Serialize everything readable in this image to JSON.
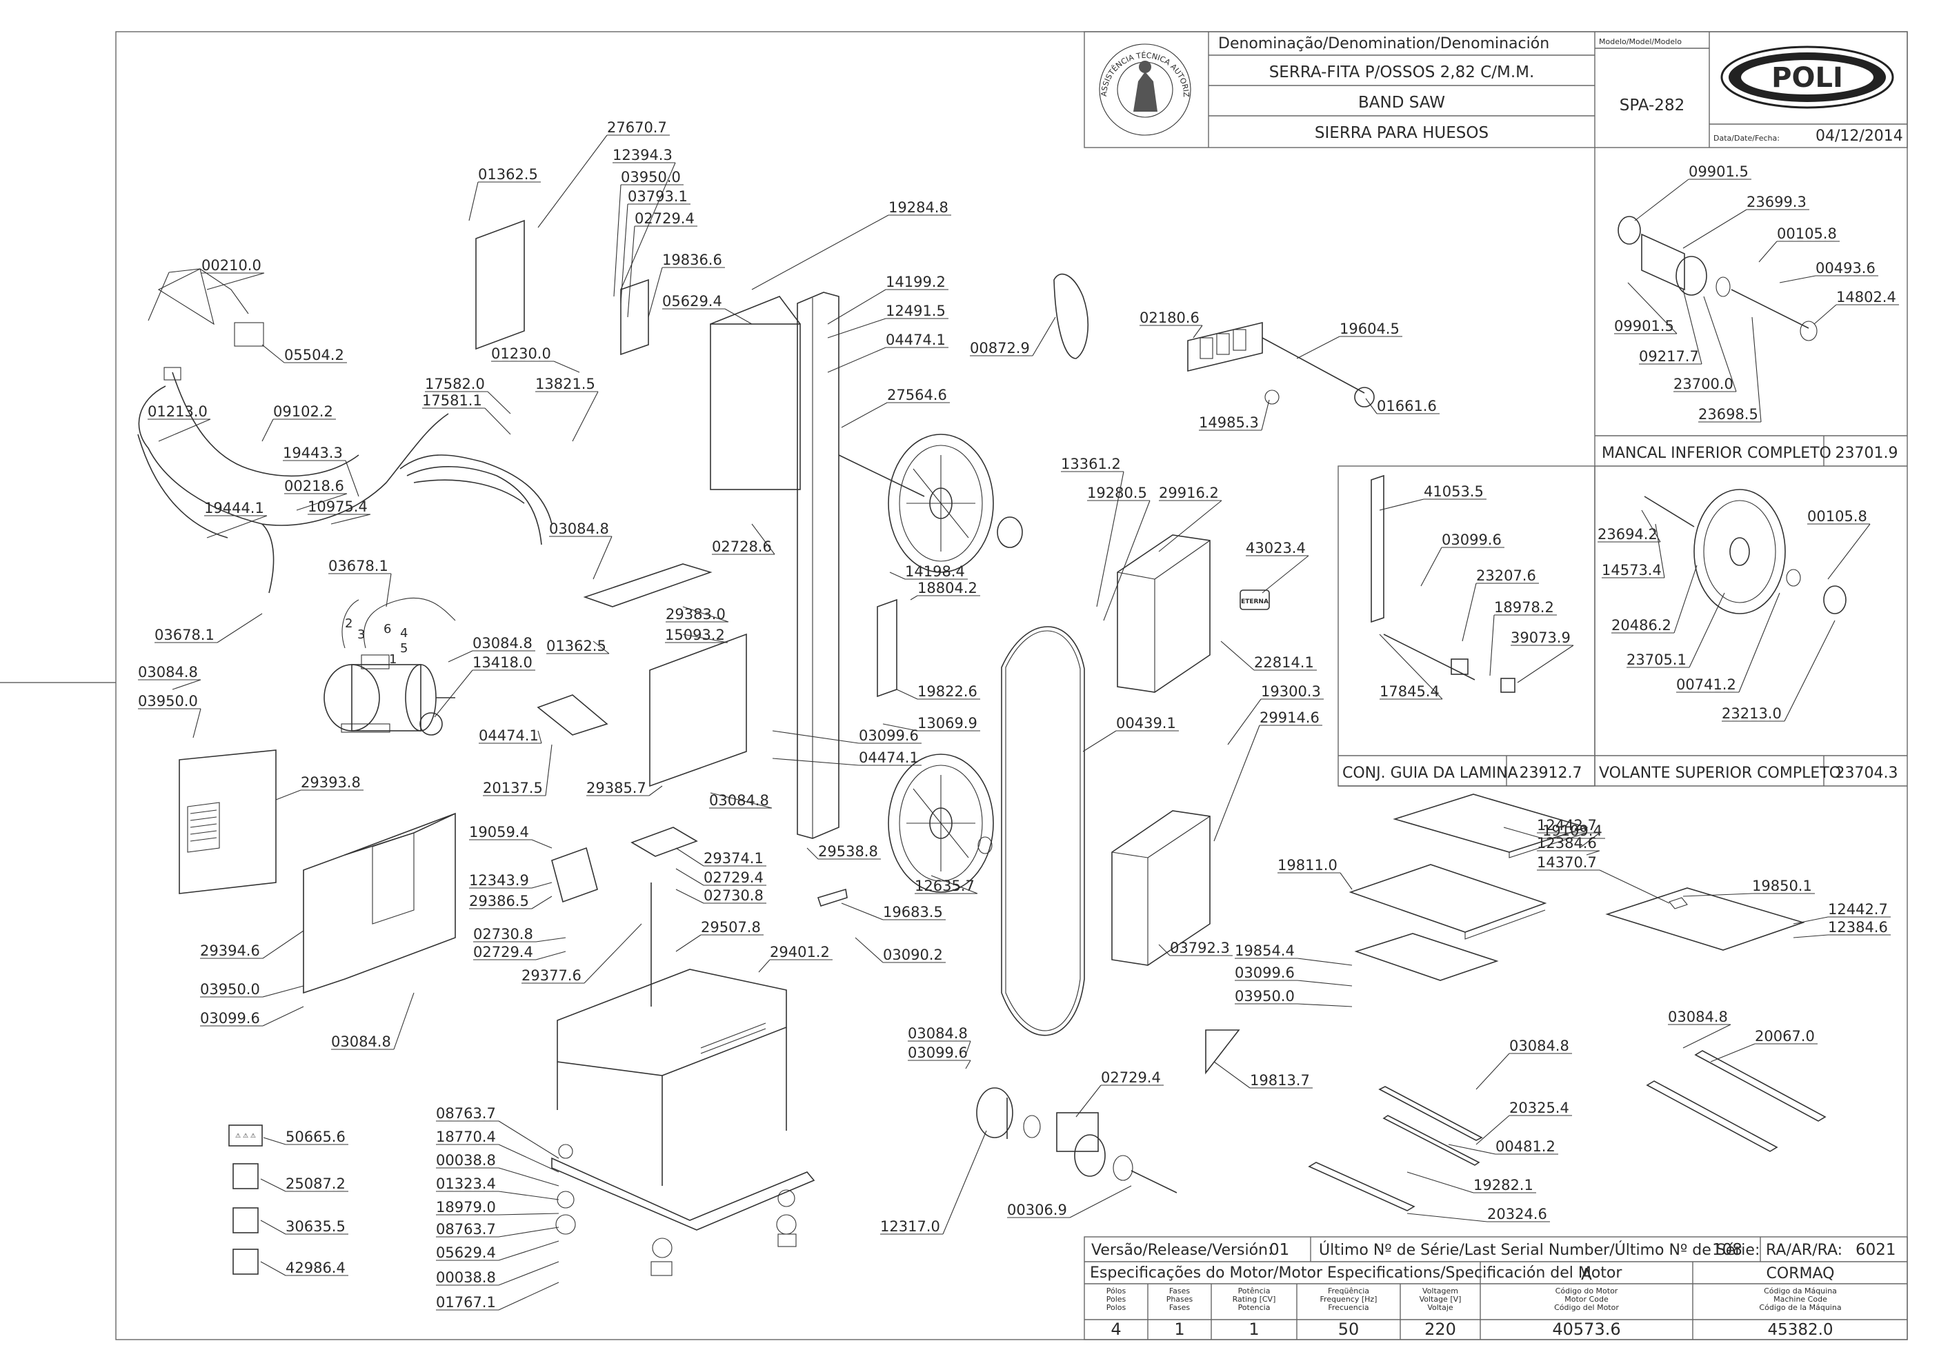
{
  "title_block": {
    "denomination_header": "Denominação/Denomination/Denominación",
    "model_header": "Modelo/Model/Modelo",
    "name_pt": "SERRA-FITA P/OSSOS 2,82 C/M.M.",
    "name_en": "BAND SAW",
    "name_es": "SIERRA PARA HUESOS",
    "model": "SPA-282",
    "date_label": "Data/Date/Fecha:",
    "date": "04/12/2014",
    "brand": "POLI",
    "seal_text": "ASSISTÊNCIA TÉCNICA AUTORIZADA"
  },
  "footer": {
    "version_label": "Versão/Release/Versión:",
    "version": "01",
    "serial_label": "Último Nº de Série/Last Serial Number/Último Nº de Série:",
    "serial": "108",
    "ra_label": "RA/AR/RA:",
    "ra": "6021",
    "motor_spec_label": "Especificações do Motor/Motor Especifications/Specificación del Motor",
    "motor_letter": "A",
    "maker": "CORMAQ",
    "columns": [
      {
        "h": [
          "Pólos",
          "Poles",
          "Polos"
        ],
        "v": "4"
      },
      {
        "h": [
          "Fases",
          "Phases",
          "Fases"
        ],
        "v": "1"
      },
      {
        "h": [
          "Potência",
          "Rating [CV]",
          "Potencia"
        ],
        "v": "1"
      },
      {
        "h": [
          "Freqüência",
          "Frequency [Hz]",
          "Frecuencia"
        ],
        "v": "50"
      },
      {
        "h": [
          "Voltagem",
          "Voltage [V]",
          "Voltaje"
        ],
        "v": "220"
      },
      {
        "h": [
          "Código do Motor",
          "Motor Code",
          "Código del Motor"
        ],
        "v": "40573.6"
      },
      {
        "h": [
          "Código da Máquina",
          "Machine Code",
          "Código de la Máquina"
        ],
        "v": "45382.0"
      }
    ]
  },
  "assemblies": {
    "lower_bearing": {
      "label": "MANCAL INFERIOR COMPLETO",
      "code": "23701.9"
    },
    "blade_guide": {
      "label": "CONJ. GUIA DA LAMINA",
      "code": "23912.7"
    },
    "upper_wheel": {
      "label": "VOLANTE SUPERIOR COMPLETO",
      "code": "23704.3"
    }
  },
  "part_labels": [
    "27670.7",
    "01362.5",
    "12394.3",
    "03950.0",
    "03793.1",
    "02729.4",
    "19836.6",
    "19284.8",
    "00210.0",
    "05504.2",
    "05629.4",
    "14199.2",
    "12491.5",
    "04474.1",
    "00872.9",
    "02180.6",
    "19604.5",
    "01661.6",
    "14985.3",
    "01213.0",
    "09102.2",
    "01230.0",
    "13821.5",
    "17582.0",
    "17581.1",
    "27564.6",
    "19443.3",
    "00218.6",
    "10975.4",
    "19444.1",
    "02728.6",
    "13361.2",
    "19280.5",
    "29916.2",
    "43023.4",
    "03084.8",
    "14198.4",
    "18804.2",
    "03678.1",
    "03678.1",
    "29383.0",
    "15093.2",
    "01362.5",
    "03084.8",
    "13418.0",
    "22814.1",
    "19300.3",
    "29914.6",
    "03084.8",
    "03950.0",
    "19822.6",
    "13069.9",
    "00439.1",
    "04474.1",
    "03099.6",
    "04474.1",
    "20137.5",
    "29385.7",
    "03084.8",
    "29393.8",
    "19059.4",
    "29374.1",
    "02729.4",
    "02730.8",
    "29538.8",
    "12343.9",
    "29386.5",
    "12635.7",
    "19683.5",
    "02730.8",
    "02729.4",
    "29507.8",
    "29394.6",
    "29377.6",
    "29401.2",
    "03090.2",
    "03950.0",
    "03099.6",
    "03084.8",
    "03792.3",
    "03084.8",
    "03099.6",
    "02729.4",
    "08763.7",
    "18770.4",
    "00038.8",
    "01323.4",
    "18979.0",
    "08763.7",
    "05629.4",
    "00038.8",
    "01767.1",
    "50665.6",
    "25087.2",
    "30635.5",
    "42986.4",
    "12317.0",
    "00306.9",
    "19109.4",
    "12442.7",
    "12384.6",
    "14370.7",
    "19811.0",
    "19850.1",
    "12442.7",
    "12384.6",
    "19854.4",
    "03099.6",
    "03950.0",
    "19813.7",
    "03084.8",
    "20325.4",
    "00481.2",
    "19282.1",
    "20324.6",
    "03084.8",
    "20067.0",
    "09901.5",
    "23699.3",
    "00105.8",
    "00493.6",
    "14802.4",
    "09901.5",
    "09217.7",
    "23700.0",
    "23698.5",
    "41053.5",
    "03099.6",
    "23207.6",
    "18978.2",
    "39073.9",
    "17845.4",
    "23694.2",
    "00105.8",
    "14573.4",
    "20486.2",
    "23705.1",
    "00741.2",
    "23213.0"
  ],
  "eterna_badge": "ETERNA",
  "motor_lead_numbers": [
    "1",
    "2",
    "3",
    "4",
    "5",
    "6"
  ]
}
